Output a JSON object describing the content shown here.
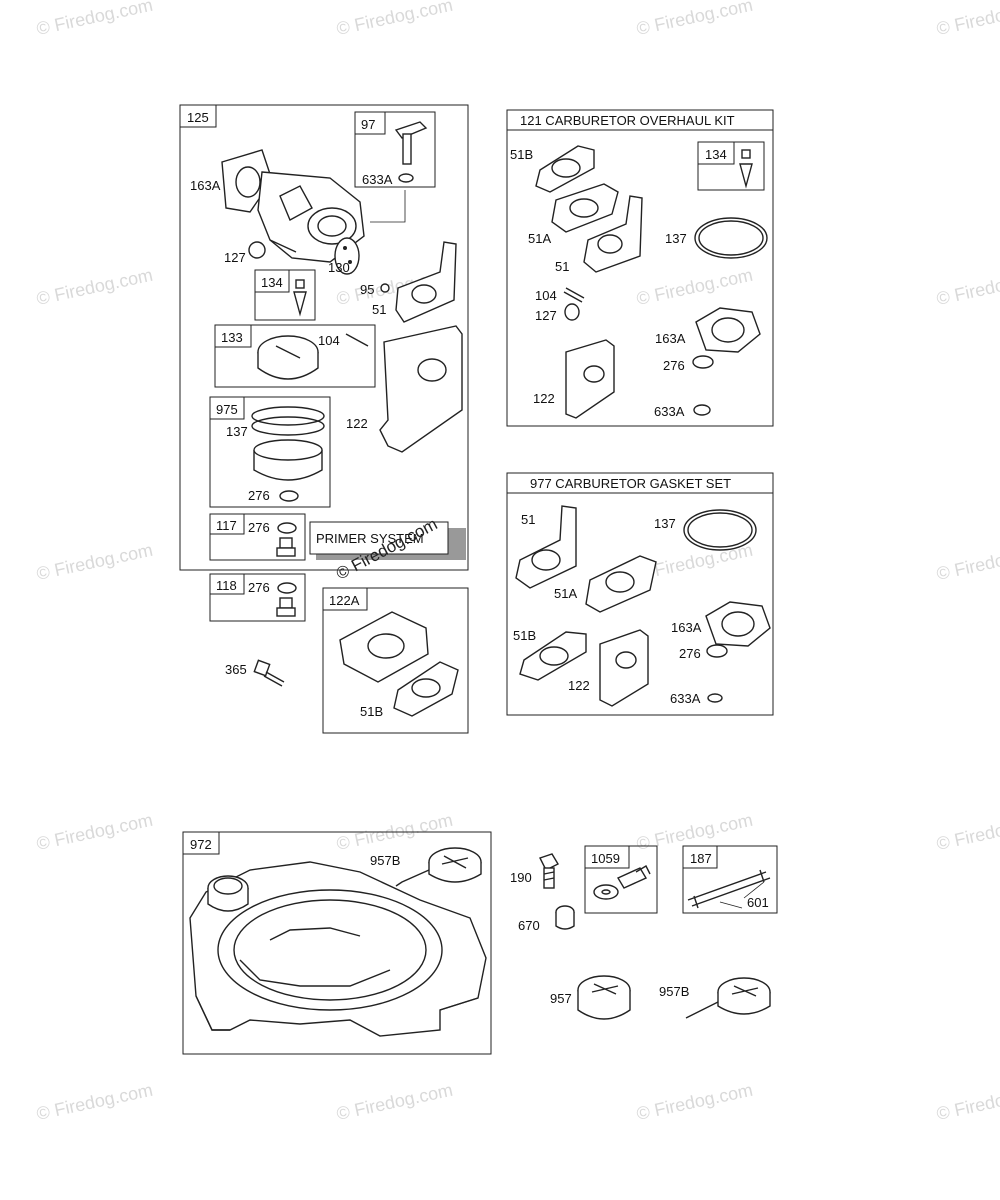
{
  "watermark": "© Firedog.com",
  "primer_label": "PRIMER SYSTEM",
  "kit_titles": {
    "overhaul": "121 CARBURETOR OVERHAUL KIT",
    "gasket": "977 CARBURETOR GASKET SET"
  },
  "callouts": {
    "c125": "125",
    "c97": "97",
    "c633A_a": "633A",
    "c163A_a": "163A",
    "c127_a": "127",
    "c130": "130",
    "c134_a": "134",
    "c95": "95",
    "c51_a": "51",
    "c133": "133",
    "c104_a": "104",
    "c975": "975",
    "c137_a": "137",
    "c122_a": "122",
    "c276_a": "276",
    "c117": "117",
    "c276_b": "276",
    "c118": "118",
    "c276_c": "276",
    "c365": "365",
    "c122A": "122A",
    "c51B_a": "51B",
    "k51B": "51B",
    "k134": "134",
    "k51A": "51A",
    "k137": "137",
    "k51": "51",
    "k104": "104",
    "k127": "127",
    "k163A": "163A",
    "k276": "276",
    "k122": "122",
    "k633A": "633A",
    "g51": "51",
    "g137": "137",
    "g51A": "51A",
    "g51B": "51B",
    "g163A": "163A",
    "g276": "276",
    "g122": "122",
    "g633A": "633A",
    "c972": "972",
    "c957B_a": "957B",
    "c190": "190",
    "c1059": "1059",
    "c187": "187",
    "c670": "670",
    "c601": "601",
    "c957": "957",
    "c957B_b": "957B"
  }
}
